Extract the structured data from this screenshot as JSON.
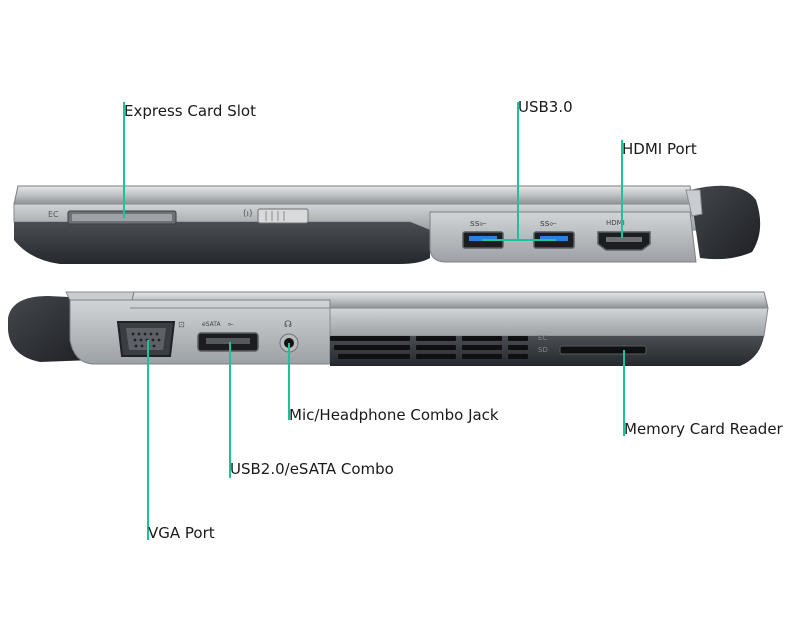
{
  "labels": {
    "express_card_slot": "Express Card Slot",
    "usb3": "USB3.0",
    "hdmi_port": "HDMI Port",
    "mic_headphone": "Mic/Headphone Combo Jack",
    "memory_card_reader": "Memory Card Reader",
    "usb2_esata": "USB2.0/eSATA Combo",
    "vga_port": "VGA Port"
  },
  "port_marks": {
    "ec": "EC",
    "esata": "eSATA",
    "hdmi": "HDMI",
    "sd": "SD"
  },
  "colors": {
    "leader_line": "#19c49a",
    "chassis_silver": "#b9bcbf",
    "chassis_dark": "#3a3d42",
    "port_black": "#1b1d20",
    "usb_blue": "#2f7fe0",
    "hinge_dark": "#2c2f34"
  }
}
